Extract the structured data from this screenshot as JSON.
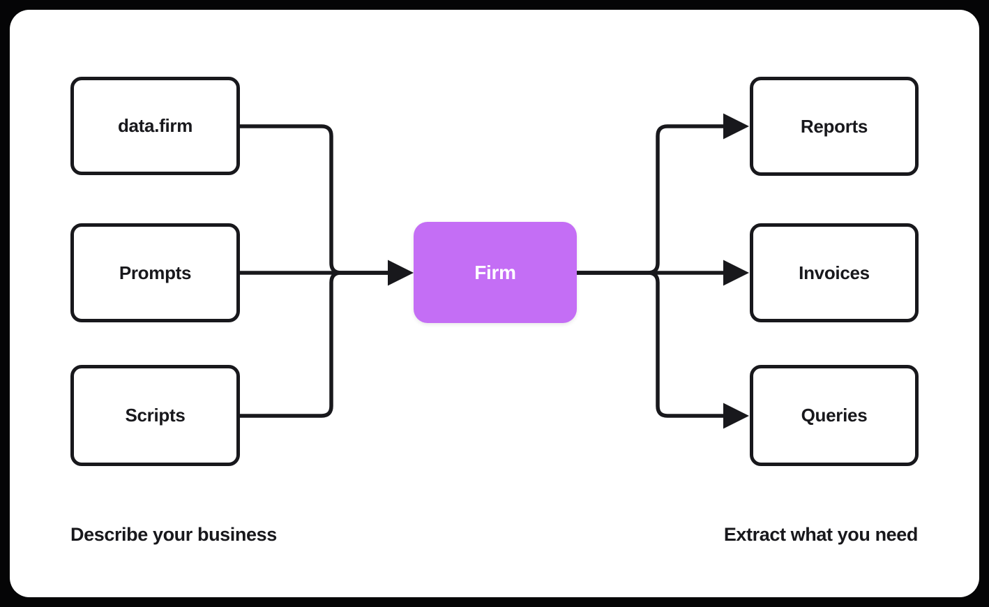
{
  "diagram": {
    "inputs": [
      {
        "label": "data.firm"
      },
      {
        "label": "Prompts"
      },
      {
        "label": "Scripts"
      }
    ],
    "center": {
      "label": "Firm"
    },
    "outputs": [
      {
        "label": "Reports"
      },
      {
        "label": "Invoices"
      },
      {
        "label": "Queries"
      }
    ],
    "captions": {
      "left": "Describe your business",
      "right": "Extract what you need"
    },
    "colors": {
      "accent": "#c46ef5",
      "stroke": "#18181c",
      "card": "#ffffff",
      "frame": "#050506",
      "center_text": "#ffffff"
    }
  }
}
